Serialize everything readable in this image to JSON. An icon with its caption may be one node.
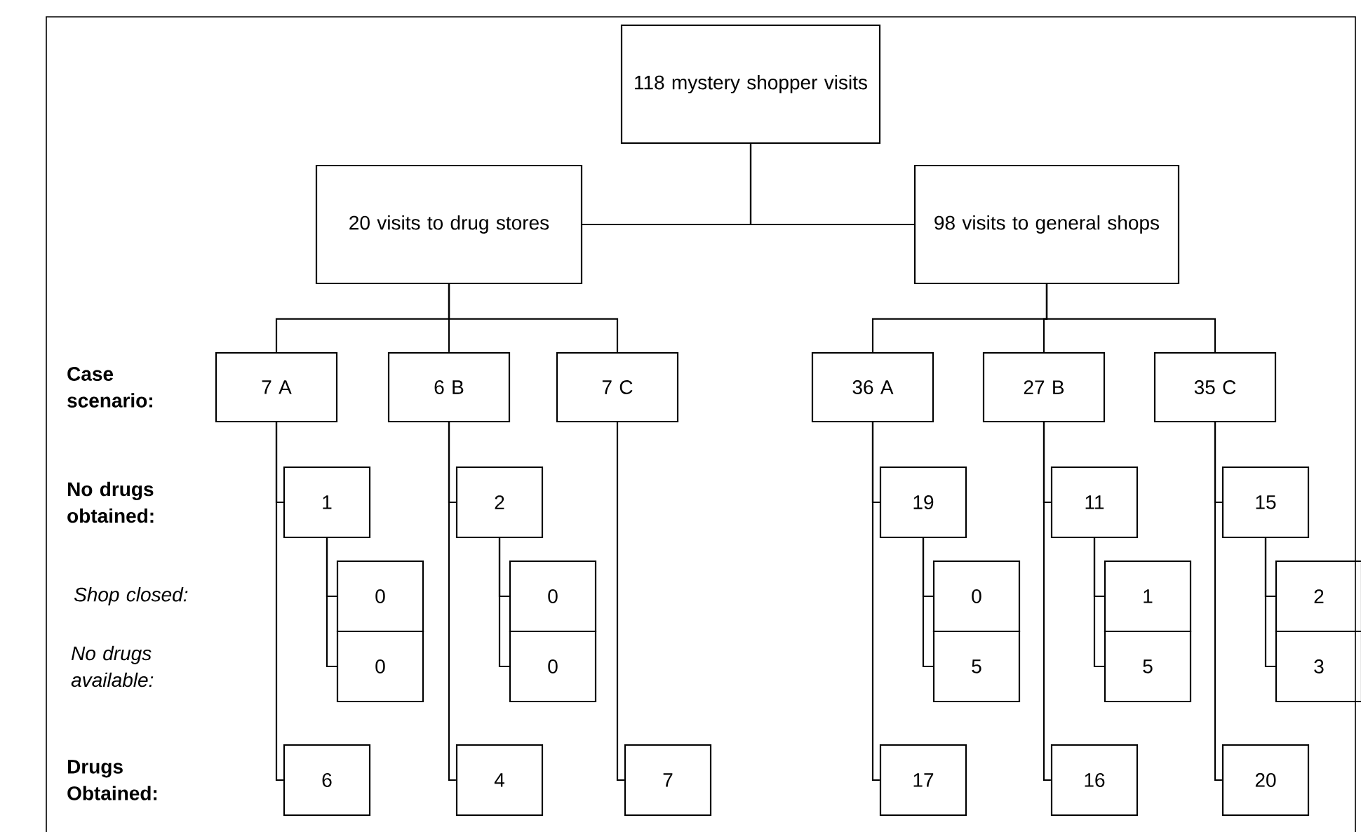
{
  "diagram": {
    "nodes": [
      {
        "text": [
          "118 mystery shopper visits"
        ]
      },
      {
        "text": [
          "20 visits to drug stores"
        ]
      },
      {
        "text": [
          "98 visits to general shops"
        ]
      },
      {
        "text": [
          "7 A"
        ]
      },
      {
        "text": [
          "6 B"
        ]
      },
      {
        "text": [
          "7 C"
        ]
      },
      {
        "text": [
          "36 A"
        ]
      },
      {
        "text": [
          "27 B"
        ]
      },
      {
        "text": [
          "35 C"
        ]
      },
      {
        "text": [
          "1"
        ]
      },
      {
        "text": [
          "2"
        ]
      },
      {
        "text": [
          "19"
        ]
      },
      {
        "text": [
          "11"
        ]
      },
      {
        "text": [
          "15"
        ]
      },
      {
        "text": [
          "0"
        ]
      },
      {
        "text": [
          "0"
        ]
      },
      {
        "text": [
          "0"
        ]
      },
      {
        "text": [
          "1"
        ]
      },
      {
        "text": [
          "2"
        ]
      },
      {
        "text": [
          "0"
        ]
      },
      {
        "text": [
          "0"
        ]
      },
      {
        "text": [
          "5"
        ]
      },
      {
        "text": [
          "5"
        ]
      },
      {
        "text": [
          "3"
        ]
      },
      {
        "text": [
          "6"
        ]
      },
      {
        "text": [
          "4"
        ]
      },
      {
        "text": [
          "7"
        ]
      },
      {
        "text": [
          "17"
        ]
      },
      {
        "text": [
          "16"
        ]
      },
      {
        "text": [
          "20"
        ]
      }
    ],
    "edges": [
      {
        "from": 0,
        "to": 1,
        "arrow": "none"
      },
      {
        "from": 0,
        "to": 2,
        "arrow": "none"
      },
      {
        "from": 1,
        "to": 3,
        "arrow": "none"
      },
      {
        "from": 1,
        "to": 4,
        "arrow": "none"
      },
      {
        "from": 1,
        "to": 5,
        "arrow": "none"
      },
      {
        "from": 2,
        "to": 6,
        "arrow": "none"
      },
      {
        "from": 2,
        "to": 7,
        "arrow": "none"
      },
      {
        "from": 2,
        "to": 8,
        "arrow": "none"
      },
      {
        "from": 3,
        "to": 9,
        "arrow": "none"
      },
      {
        "from": 4,
        "to": 10,
        "arrow": "none"
      },
      {
        "from": 6,
        "to": 11,
        "arrow": "none"
      },
      {
        "from": 7,
        "to": 12,
        "arrow": "none"
      },
      {
        "from": 8,
        "to": 13,
        "arrow": "none"
      },
      {
        "from": 9,
        "to": 14,
        "arrow": "none"
      },
      {
        "from": 9,
        "to": 19,
        "arrow": "none"
      },
      {
        "from": 10,
        "to": 15,
        "arrow": "none"
      },
      {
        "from": 10,
        "to": 20,
        "arrow": "none"
      },
      {
        "from": 11,
        "to": 16,
        "arrow": "none"
      },
      {
        "from": 11,
        "to": 21,
        "arrow": "none"
      },
      {
        "from": 12,
        "to": 17,
        "arrow": "none"
      },
      {
        "from": 12,
        "to": 22,
        "arrow": "none"
      },
      {
        "from": 13,
        "to": 18,
        "arrow": "none"
      },
      {
        "from": 13,
        "to": 23,
        "arrow": "none"
      },
      {
        "from": 3,
        "to": 24,
        "arrow": "none"
      },
      {
        "from": 4,
        "to": 25,
        "arrow": "none"
      },
      {
        "from": 5,
        "to": 26,
        "arrow": "none"
      },
      {
        "from": 6,
        "to": 27,
        "arrow": "none"
      },
      {
        "from": 7,
        "to": 28,
        "arrow": "none"
      },
      {
        "from": 8,
        "to": 29,
        "arrow": "none"
      }
    ],
    "labels": [
      "Case scenario:",
      "No drugs obtained:",
      "Shop closed:",
      "No drugs available:",
      "Drugs Obtained:"
    ]
  }
}
